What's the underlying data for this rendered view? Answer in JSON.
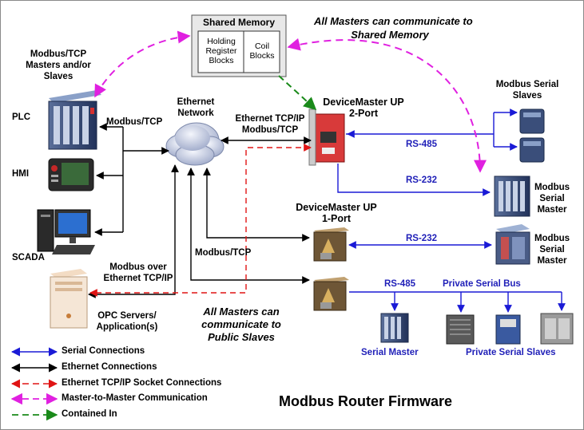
{
  "title": "Modbus Router Firmware",
  "shared_memory": {
    "title": "Shared Memory",
    "cell1": "Holding Register Blocks",
    "cell2": "Coil Blocks"
  },
  "annotations": {
    "all_masters_shared_line1": "All Masters can communicate to",
    "all_masters_shared_line2": "Shared Memory",
    "all_masters_public_line1": "All Masters can",
    "all_masters_public_line2": "communicate to",
    "all_masters_public_line3": "Public Slaves"
  },
  "left": {
    "header_line1": "Modbus/TCP",
    "header_line2": "Masters and/or",
    "header_line3": "Slaves",
    "plc": "PLC",
    "hmi": "HMI",
    "scada": "SCADA",
    "modbus_tcp": "Modbus/TCP",
    "opc_line1": "OPC Servers/",
    "opc_line2": "Application(s)",
    "modbus_over_line1": "Modbus over",
    "modbus_over_line2": "Ethernet TCP/IP"
  },
  "center": {
    "cloud_line1": "Ethernet",
    "cloud_line2": "Network",
    "eth_tcp_line1": "Ethernet TCP/IP",
    "eth_tcp_line2": "Modbus/TCP",
    "modbus_tcp_lower": "Modbus/TCP"
  },
  "right": {
    "dm2_line1": "DeviceMaster UP",
    "dm2_line2": "2-Port",
    "dm1_line1": "DeviceMaster UP",
    "dm1_line2": "1-Port",
    "serial_slaves_line1": "Modbus Serial",
    "serial_slaves_line2": "Slaves",
    "rs485_top": "RS-485",
    "rs232_top": "RS-232",
    "rs232_mid": "RS-232",
    "rs485_bottom": "RS-485",
    "master1_line1": "Modbus",
    "master1_line2": "Serial",
    "master1_line3": "Master",
    "master2_line1": "Modbus",
    "master2_line2": "Serial",
    "master2_line3": "Master",
    "private_bus": "Private Serial Bus",
    "serial_master": "Serial Master",
    "private_slaves": "Private Serial Slaves"
  },
  "legend": [
    {
      "label": "Serial Connections",
      "color": "#1a1ad6",
      "style": "solid"
    },
    {
      "label": "Ethernet Connections",
      "color": "#000000",
      "style": "solid"
    },
    {
      "label": "Ethernet TCP/IP Socket Connections",
      "color": "#e01414",
      "style": "dashed"
    },
    {
      "label": "Master-to-Master Communication",
      "color": "#e020e0",
      "style": "dashed"
    },
    {
      "label": "Contained In",
      "color": "#1a8a1a",
      "style": "dashed"
    }
  ]
}
